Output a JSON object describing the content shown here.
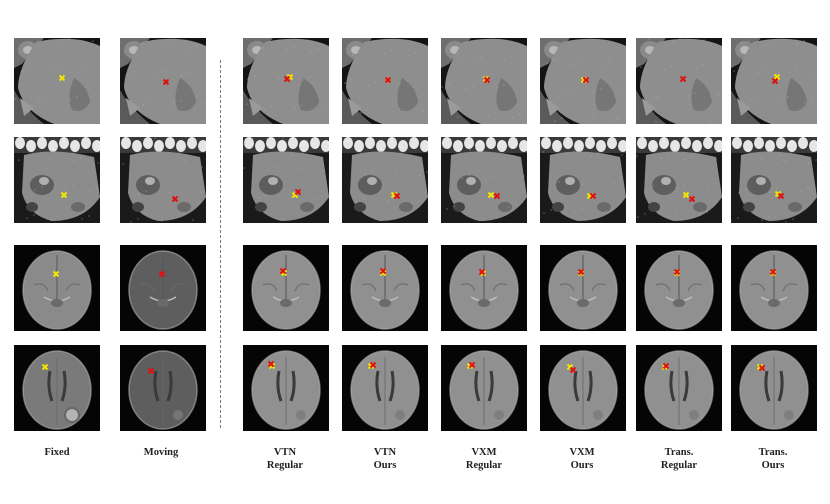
{
  "columns": [
    {
      "id": "fixed",
      "line1": "Fixed",
      "line2": ""
    },
    {
      "id": "moving",
      "line1": "Moving",
      "line2": ""
    },
    {
      "id": "vtn-regular",
      "line1": "VTN",
      "line2": "Regular"
    },
    {
      "id": "vtn-ours",
      "line1": "VTN",
      "line2": "Ours"
    },
    {
      "id": "vxm-regular",
      "line1": "VXM",
      "line2": "Regular"
    },
    {
      "id": "vxm-ours",
      "line1": "VXM",
      "line2": "Ours"
    },
    {
      "id": "trans-regular",
      "line1": "Trans.",
      "line2": "Regular"
    },
    {
      "id": "trans-ours",
      "line1": "Trans.",
      "line2": "Ours"
    }
  ],
  "rows": [
    {
      "id": "liver-axial",
      "kind": "liver1"
    },
    {
      "id": "liver-coronal",
      "kind": "liver2"
    },
    {
      "id": "brain-low",
      "kind": "brain1"
    },
    {
      "id": "brain-high",
      "kind": "brain2"
    }
  ],
  "marker_colors": {
    "fixed_landmark": "#f2e600",
    "moving_landmark": "#e01010"
  }
}
